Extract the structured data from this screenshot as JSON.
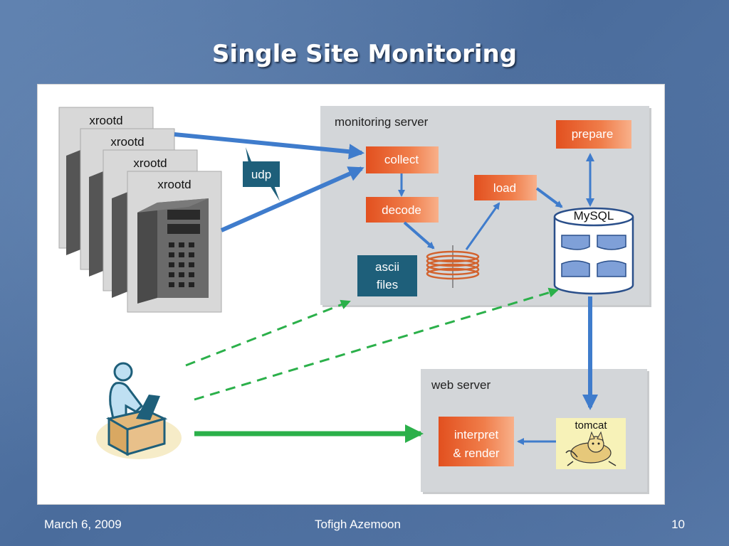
{
  "slide": {
    "title": "Single Site Monitoring",
    "footer_date": "March 6, 2009",
    "footer_author": "Tofigh Azemoon",
    "page_number": "10"
  },
  "diagram": {
    "xrootd_servers": [
      "xrootd",
      "xrootd",
      "xrootd",
      "xrootd"
    ],
    "udp_label": "udp",
    "monitoring_server": {
      "title": "monitoring server",
      "collect": "collect",
      "decode": "decode",
      "load": "load",
      "prepare": "prepare",
      "ascii_files_line1": "ascii",
      "ascii_files_line2": "files",
      "mysql": "MySQL"
    },
    "web_server": {
      "title": "web  server",
      "tomcat": "tomcat",
      "interpret_line1": "interpret",
      "interpret_line2": "& render"
    }
  },
  "colors": {
    "orange": "#e8632a",
    "teal_box": "#1e5f7a",
    "arrow_blue": "#3f7ccc",
    "arrow_green": "#2bb04a",
    "server_gray": "#d3d6d9"
  }
}
